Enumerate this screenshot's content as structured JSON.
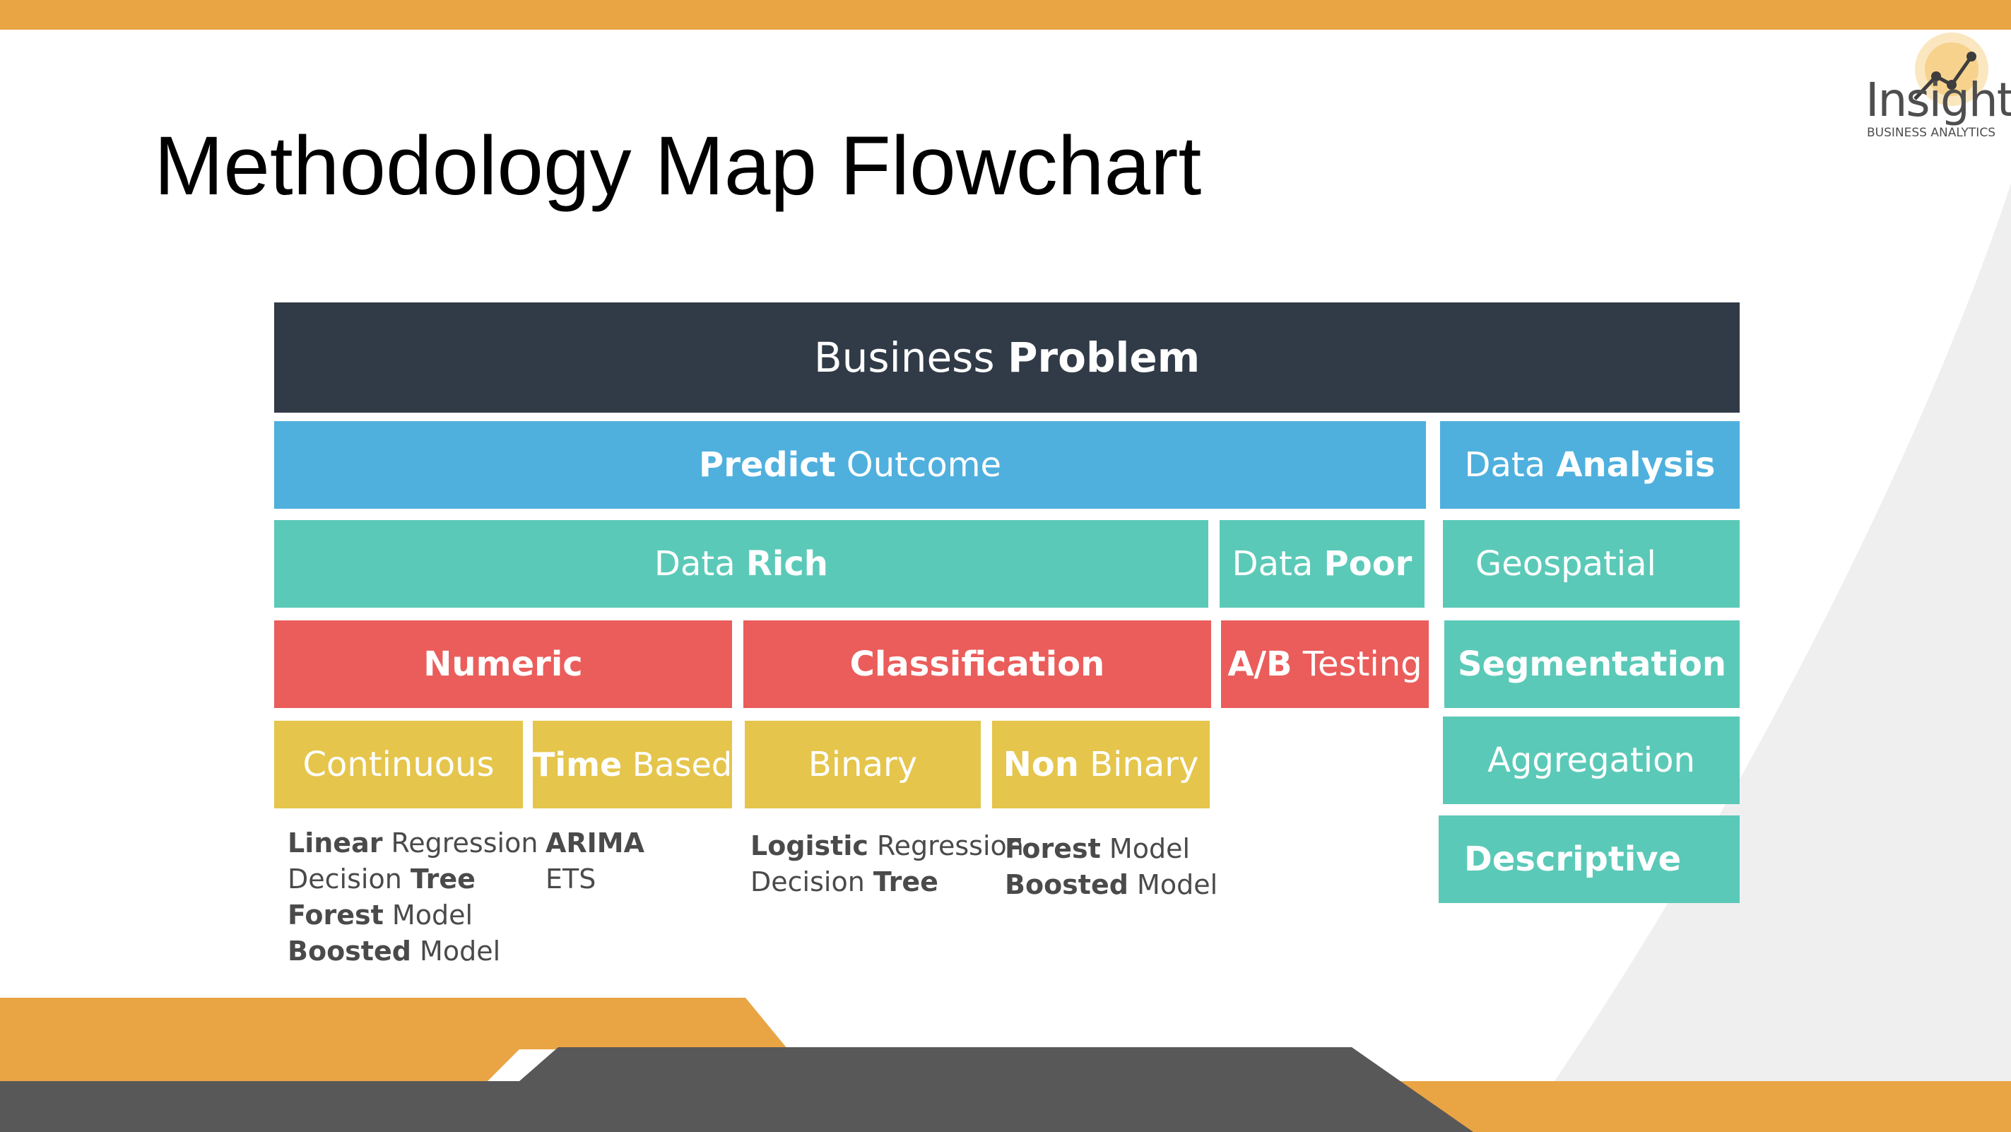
{
  "slide": {
    "title": "Methodology Map Flowchart"
  },
  "logo": {
    "name": "Insight",
    "subtitle": "BUSINESS ANALYTICS"
  },
  "colors": {
    "dark": "#313b47",
    "blue": "#4fb0de",
    "teal": "#5bc9b8",
    "red": "#ea5d5b",
    "yellow": "#e5c54b",
    "orange": "#e9a444",
    "gray": "#585858"
  },
  "flowchart": {
    "business_problem": {
      "light": "Business",
      "bold": "Problem"
    },
    "predict_outcome": {
      "bold": "Predict",
      "light": "Outcome"
    },
    "data_analysis": {
      "light": "Data",
      "bold": "Analysis"
    },
    "data_rich": {
      "light": "Data",
      "bold": "Rich"
    },
    "data_poor": {
      "light": "Data",
      "bold": "Poor"
    },
    "geospatial": {
      "light": "Geospatial"
    },
    "numeric": {
      "bold": "Numeric"
    },
    "classification": {
      "bold": "Classification"
    },
    "ab_testing": {
      "bold": "A/B",
      "light": "Testing"
    },
    "segmentation": {
      "bold": "Segmentation"
    },
    "continuous": {
      "light": "Continuous"
    },
    "time_based": {
      "bold": "Time",
      "light": "Based"
    },
    "binary": {
      "light": "Binary"
    },
    "non_binary": {
      "bold": "Non",
      "light": "Binary"
    },
    "aggregation": {
      "light": "Aggregation"
    },
    "descriptive": {
      "bold": "Descriptive"
    }
  },
  "methods": {
    "continuous": [
      {
        "bold": "Linear",
        "light": "Regression"
      },
      {
        "light": "Decision",
        "bold": "Tree"
      },
      {
        "bold": "Forest",
        "light": "Model"
      },
      {
        "bold": "Boosted",
        "light": "Model"
      }
    ],
    "time_based": [
      {
        "bold": "ARIMA"
      },
      {
        "light": "ETS"
      }
    ],
    "binary": [
      {
        "bold": "Logistic",
        "light": "Regression"
      },
      {
        "light": "Decision",
        "bold": "Tree"
      }
    ],
    "non_binary": [
      {
        "bold": "Forest",
        "light": "Model"
      },
      {
        "bold": "Boosted",
        "light": "Model"
      }
    ]
  }
}
